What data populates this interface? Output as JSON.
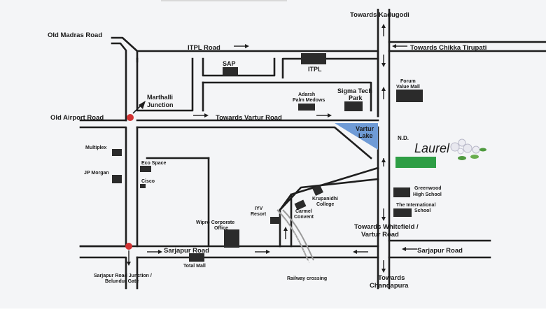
{
  "colors": {
    "background": "#f4f5f7",
    "road": "#1e1e1e",
    "building": "#2b2b2b",
    "lake": "#6f9bd6",
    "site": "#2e9e45",
    "junction": "#d23232",
    "brand": "#3a8a3a"
  },
  "roads": {
    "old_madras": "Old Madras Road",
    "itpl": "ITPL Road",
    "old_airport": "Old Airport Road",
    "vartur": "Towards Vartur Road",
    "sarjapur_left": "Sarjapur Road",
    "sarjapur_right": "Sarjapur Road",
    "kadugodi": "Towards Kadugodi",
    "chikka_tirupati": "Towards Chikka Tirupati",
    "whitefield_1": "Towards Whitefield /",
    "whitefield_2": "Vartur Road",
    "chandapura_1": "Towards",
    "chandapura_2": "Chandapura"
  },
  "landmarks": {
    "marthalli_1": "Marthalli",
    "marthalli_2": "Junction",
    "sap": "SAP",
    "itpl": "ITPL",
    "adarsh_1": "Adarsh",
    "adarsh_2": "Palm Medows",
    "sigma_1": "Sigma Tech",
    "sigma_2": "Park",
    "forum_1": "Forum",
    "forum_2": "Value Mall",
    "vartur_lake_1": "Vartur",
    "vartur_lake_2": "Lake",
    "multiplex": "Multiplex",
    "jp_morgan": "JP Morgan",
    "eco_space": "Eco Space",
    "cisco": "Cisco",
    "krupanidhi_1": "Krupanidhi",
    "krupanidhi_2": "College",
    "carmel_1": "Carmel",
    "carmel_2": "Convent",
    "iyv_1": "IYV",
    "iyv_2": "Resort",
    "wipro_1": "Wipro Corporate",
    "wipro_2": "Office",
    "greenwood_1": "Greenwood",
    "greenwood_2": "High School",
    "international_1": "The International",
    "international_2": "School",
    "total_mall": "Total Mall",
    "sarjapur_junction_1": "Sarjapur Road Junction /",
    "sarjapur_junction_2": "Belundur Gate",
    "railway": "Railway crossing"
  },
  "brand": {
    "prefix": "N.D.",
    "name": "Laurel"
  }
}
